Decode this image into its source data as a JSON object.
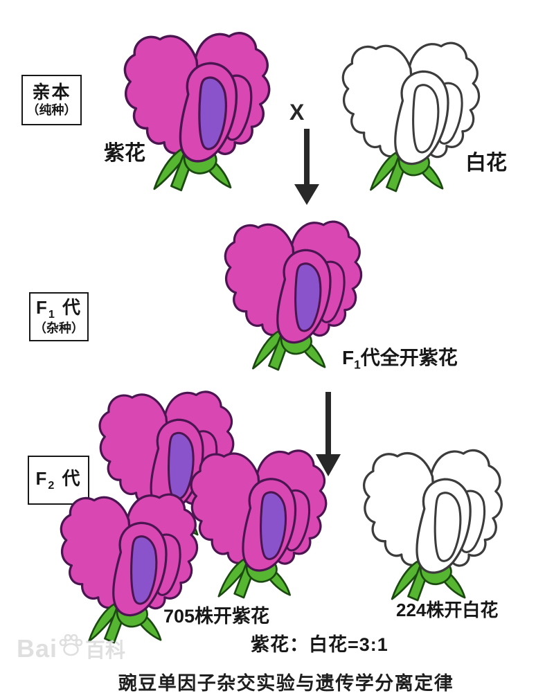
{
  "colors": {
    "petal_magenta": "#d847b2",
    "keel_purple": "#8a52cb",
    "stem_green": "#56b531",
    "petal_outline": "#4a1550",
    "white_outline": "#3c3c3c",
    "green_outline": "#1b4a11",
    "arrow_black": "#282828",
    "text_black": "#171717",
    "watermark_gray": "#dcdcdc"
  },
  "parent_section": {
    "box_title": "亲本",
    "box_subtitle": "（纯种）",
    "purple_flower_label": "紫花",
    "cross_symbol": "X",
    "white_flower_label": "白花"
  },
  "f1_section": {
    "box_gen_letter": "F",
    "box_gen_sub": "1",
    "box_gen_word": "代",
    "box_subtitle": "（杂种）",
    "caption_letter": "F",
    "caption_sub": "1",
    "caption_rest": "代全开紫花"
  },
  "f2_section": {
    "box_gen_letter": "F",
    "box_gen_sub": "2",
    "box_gen_word": "代",
    "purple_count_label": "705株开紫花",
    "white_count_label": "224株开白花",
    "ratio_label": "紫花：白花=3:1"
  },
  "footer_caption": "豌豆单因子杂交实验与遗传学分离定律",
  "watermark": {
    "left_text": "Bai",
    "right_text": "百科"
  }
}
